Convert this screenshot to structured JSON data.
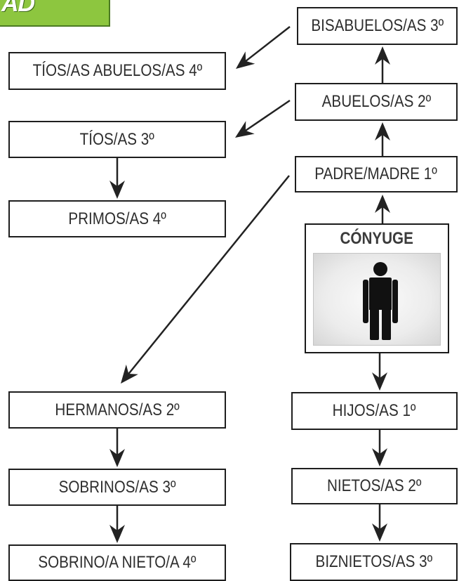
{
  "badge": {
    "text": "AD"
  },
  "nodes": {
    "bisabuelos": "BISABUELOS/AS 3º",
    "abuelos": "ABUELOS/AS 2º",
    "padre_madre": "PADRE/MADRE 1º",
    "hijos": "HIJOS/AS 1º",
    "nietos": "NIETOS/AS 2º",
    "biznietos": "BIZNIETOS/AS 3º",
    "tios_abuelos": "TÍOS/AS ABUELOS/AS 4º",
    "tios": "TÍOS/AS 3º",
    "primos": "PRIMOS/AS 4º",
    "hermanos": "HERMANOS/AS 2º",
    "sobrinos": "SOBRINOS/AS 3º",
    "sobrino_nieto": "SOBRINO/A NIETO/A 4º"
  },
  "center": {
    "label": "CÓNYUGE",
    "icon": "person-icon"
  },
  "colors": {
    "badge": "#8dc63f",
    "border": "#1e1e1e",
    "text": "#2e2e2e",
    "arrow": "#222222"
  }
}
